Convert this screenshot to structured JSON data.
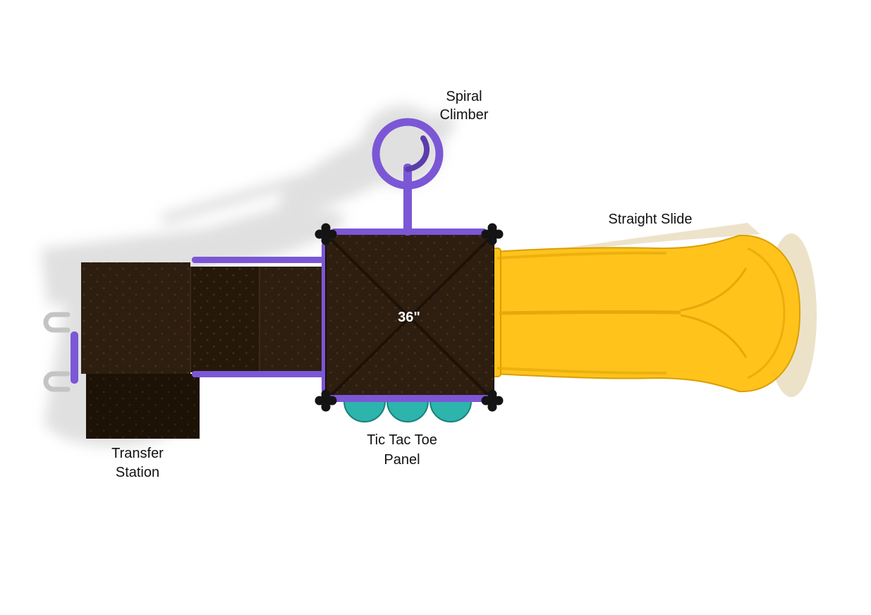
{
  "labels": {
    "spiral_climber": {
      "line1": "Spiral",
      "line2": "Climber"
    },
    "straight_slide": "Straight Slide",
    "deck_size": "36\"",
    "tic_tac_toe": {
      "line1": "Tic Tac Toe",
      "line2": "Panel"
    },
    "transfer_station": {
      "line1": "Transfer",
      "line2": "Station"
    }
  },
  "colors": {
    "background": "#ffffff",
    "deck_brown": "#2d1e10",
    "deck_brown_alt": "#261808",
    "deck_brown_dark": "#1d1206",
    "deck_dot": "#4a3621",
    "purple": "#7b57d6",
    "purple_dark": "#5a3cab",
    "slide_yellow": "#ffc31c",
    "slide_yellow_edge": "#d99f00",
    "slide_shade": "#e6a90a",
    "slide_tan": "#ece2c8",
    "teal": "#2db4ad",
    "teal_dark": "#1b807b",
    "post_black": "#141414",
    "shadow_gray": "#c7c7c7",
    "label_text": "#111111",
    "deck_label_text": "#ffffff"
  }
}
